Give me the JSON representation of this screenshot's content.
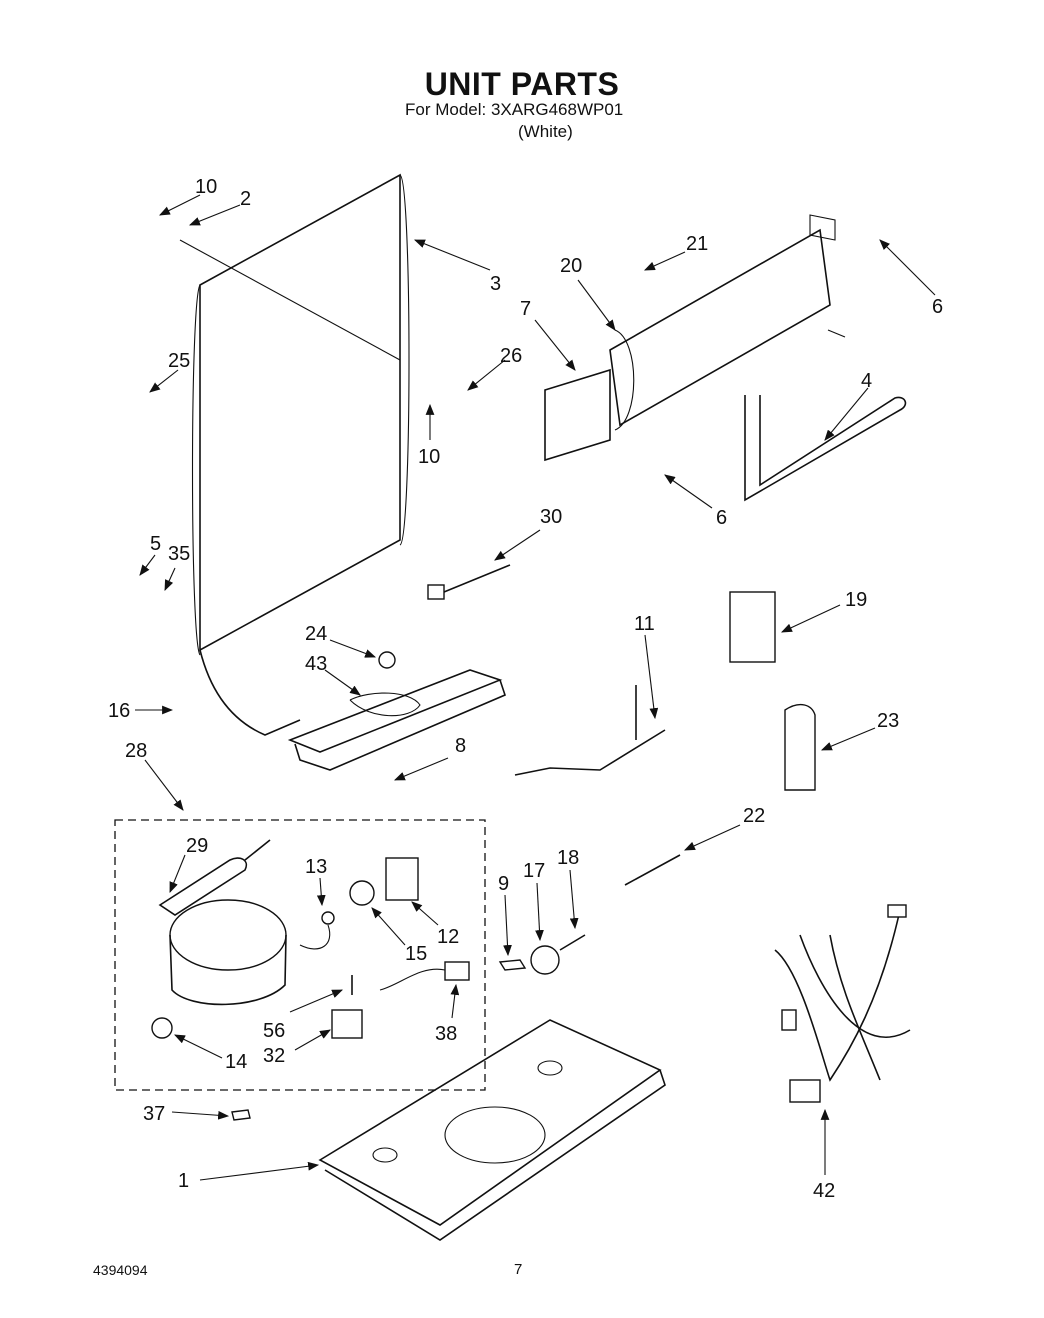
{
  "header": {
    "title": "UNIT PARTS",
    "model_line": "For Model: 3XARG468WP01",
    "color_line": "(White)"
  },
  "callouts": [
    "10",
    "2",
    "3",
    "25",
    "26",
    "10",
    "21",
    "20",
    "7",
    "6",
    "4",
    "6",
    "30",
    "5",
    "35",
    "24",
    "43",
    "16",
    "8",
    "28",
    "11",
    "19",
    "23",
    "22",
    "29",
    "13",
    "12",
    "15",
    "9",
    "17",
    "18",
    "56",
    "38",
    "32",
    "14",
    "37",
    "1",
    "42"
  ],
  "footer": {
    "doc_number": "4394094",
    "page_number": "7"
  }
}
